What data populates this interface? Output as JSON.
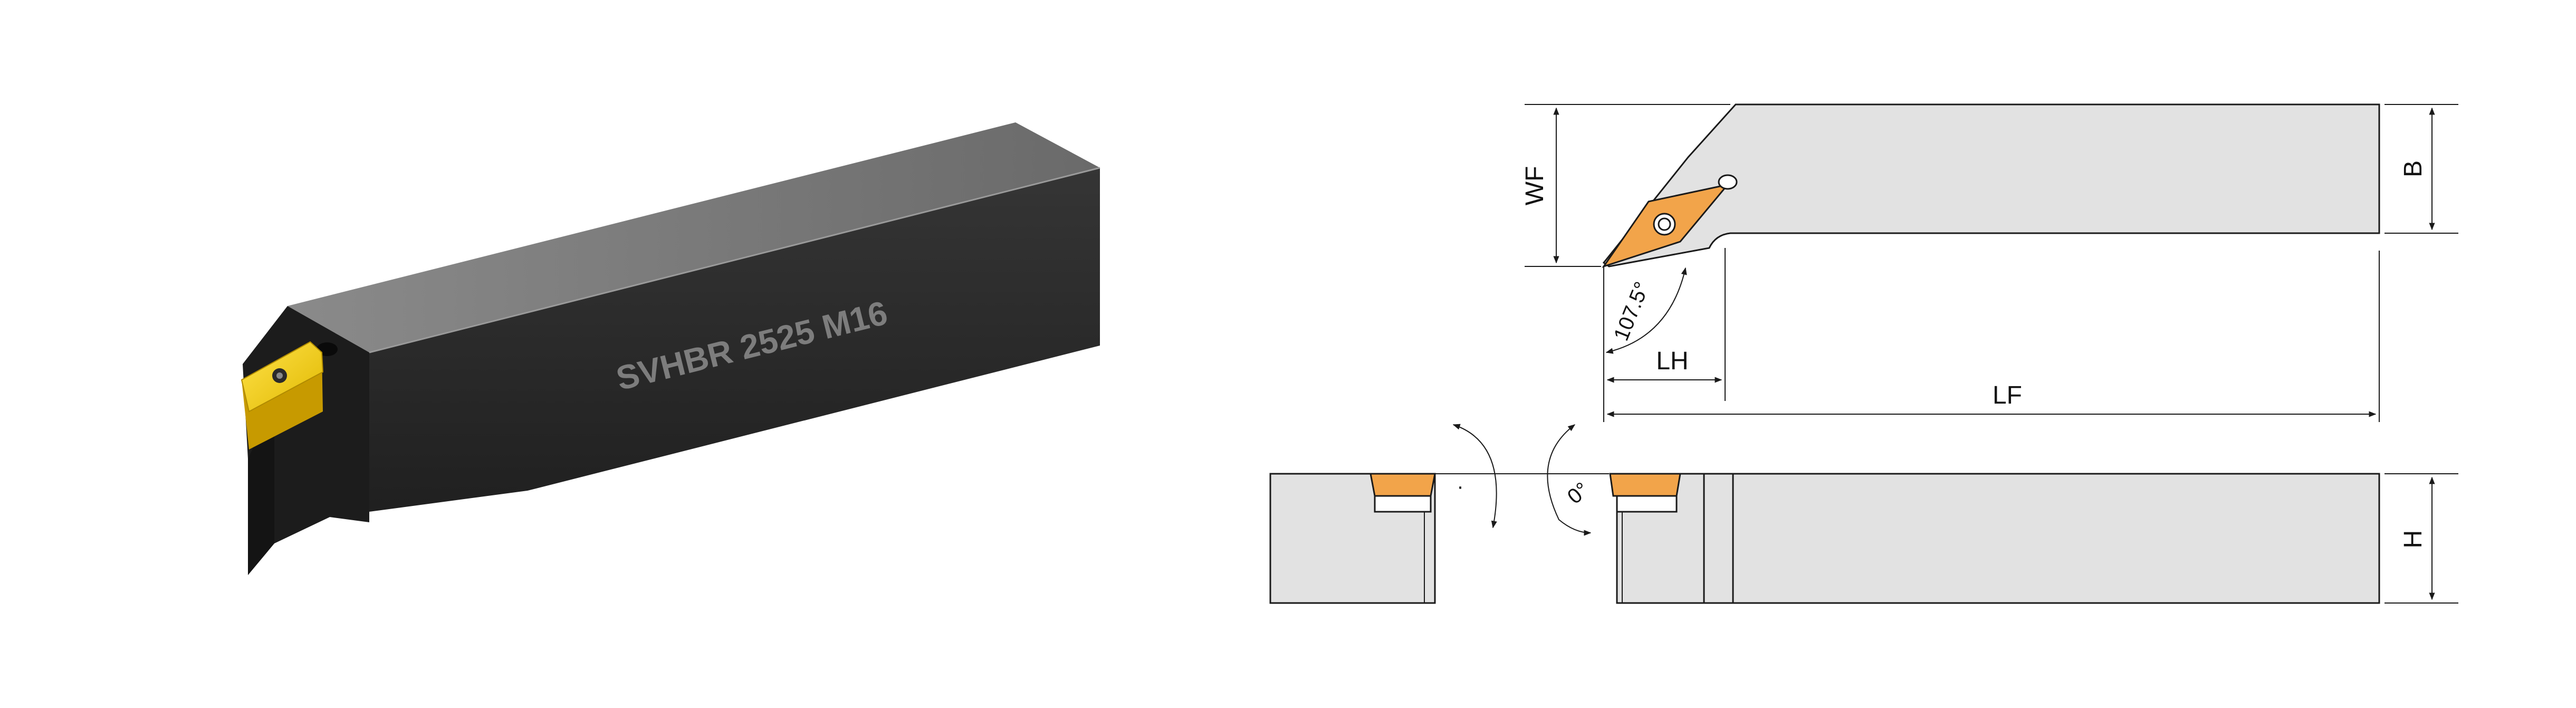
{
  "product": {
    "engraving": "SVHBR 2525 M16"
  },
  "dimensions": {
    "wf": "WF",
    "b": "B",
    "lh": "LH",
    "lf": "LF",
    "h": "H",
    "approach_angle": "107.5°",
    "inclination_angle": "0°",
    "clearance_mark": "·"
  },
  "colors": {
    "insert": "#f2a44a",
    "holder_body": "#e2e2e2",
    "holder_dark": "#2b2b2b",
    "holder_top": "#7a7a7a",
    "line": "#1a1a1a"
  }
}
